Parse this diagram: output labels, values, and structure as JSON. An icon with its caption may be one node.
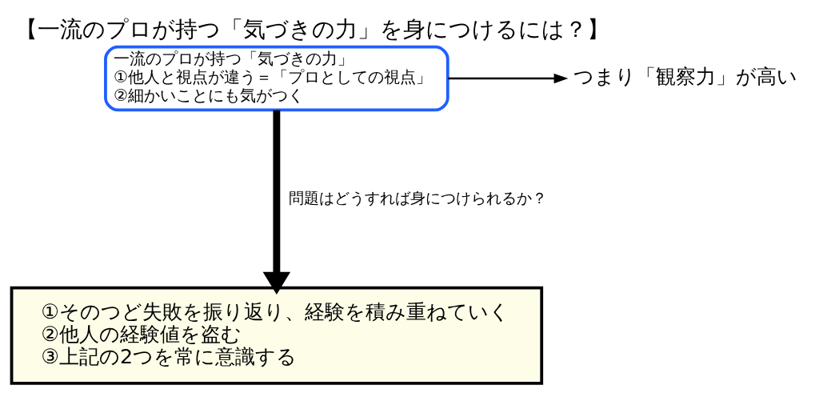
{
  "diagram": {
    "title": "【一流のプロが持つ「気づきの力」を身につけるには？】",
    "nodes": [
      {
        "text": [
          "一流のプロが持つ「気づきの力」",
          "①他人と視点が違う＝「プロとしての視点」",
          "②細かいことにも気がつく"
        ]
      },
      {
        "text": [
          "つまり「観察力」が高い"
        ]
      },
      {
        "text": [
          "①そのつど失敗を振り返り、経験を積み重ねていく",
          "②他人の経験値を盗む",
          "③上記の2つを常に意識する"
        ]
      }
    ],
    "edges": [
      {
        "from": 0,
        "to": 1,
        "arrow": "to"
      },
      {
        "from": 0,
        "to": 2,
        "arrow": "to",
        "label": "問題はどうすれば身につけられるか？",
        "style": "thick"
      }
    ]
  }
}
